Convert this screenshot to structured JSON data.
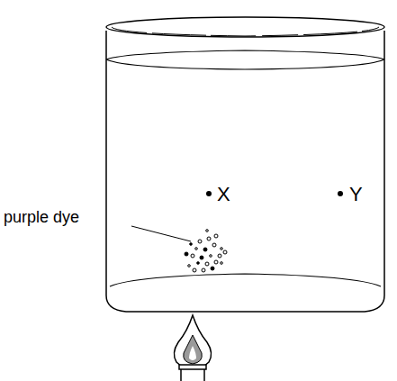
{
  "diagram": {
    "labels": [
      "X",
      "Y",
      "purple dye"
    ]
  }
}
